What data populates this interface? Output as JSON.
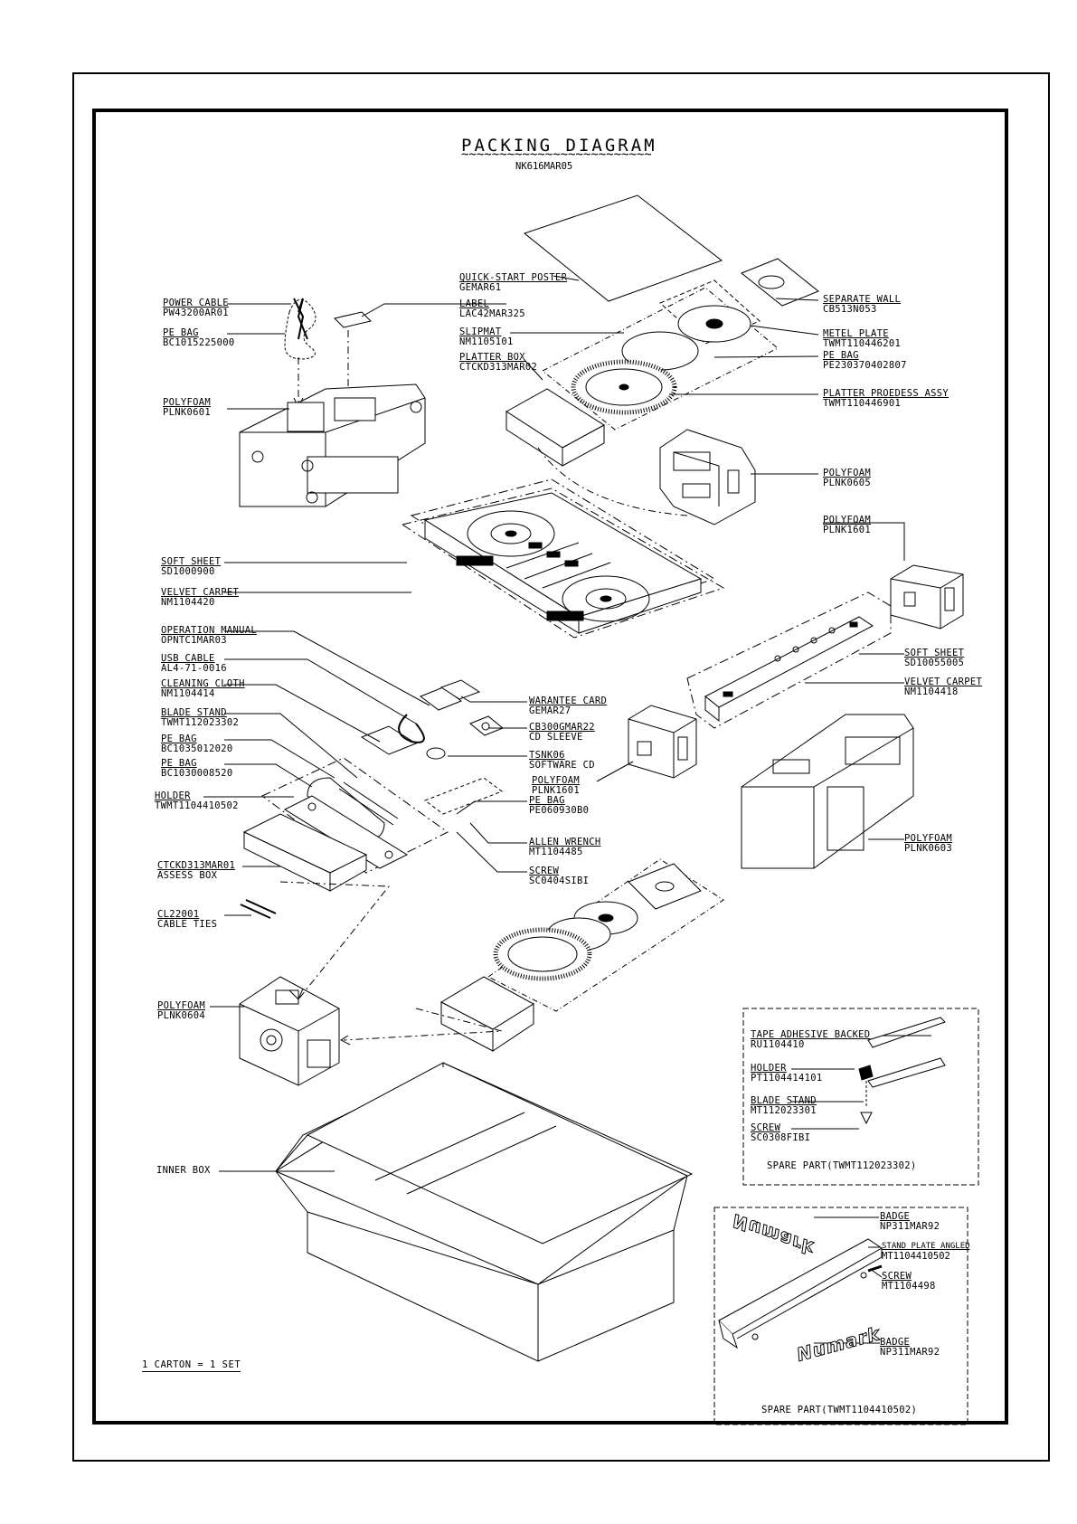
{
  "title": "PACKING DIAGRAM",
  "title_underline": "~~~~~~~~~~~~~~~~~~~~~~~~~",
  "doc_code": "NK616MAR05",
  "footnote": "1 CARTON = 1 SET",
  "parts": [
    {
      "name": "POWER CABLE",
      "code": "PW43200AR01"
    },
    {
      "name": "PE BAG",
      "code": "BC1015225000"
    },
    {
      "name": "POLYFOAM",
      "code": "PLNK0601"
    },
    {
      "name": "QUICK-START POSTER",
      "code": "GEMAR61"
    },
    {
      "name": "LABEL",
      "code": "LAC42MAR325"
    },
    {
      "name": "SLIPMAT",
      "code": "NM1105101"
    },
    {
      "name": "PLATTER BOX",
      "code": "CTCKD313MAR02"
    },
    {
      "name": "SEPARATE WALL",
      "code": "CB513N053"
    },
    {
      "name": "METEL PLATE",
      "code": "TWMT110446201"
    },
    {
      "name": "PE BAG",
      "code": "PE230370402807"
    },
    {
      "name": "PLATTER PROEDESS ASSY",
      "code": "TWMT110446901"
    },
    {
      "name": "POLYFOAM",
      "code": "PLNK0605"
    },
    {
      "name": "POLYFOAM",
      "code": "PLNK1601"
    },
    {
      "name": "SOFT SHEET",
      "code": "SD1000900"
    },
    {
      "name": "VELVET CARPET",
      "code": "NM1104420"
    },
    {
      "name": "OPERATION MANUAL",
      "code": "OPNTC1MAR03"
    },
    {
      "name": "USB CABLE",
      "code": "AL4-71-0016"
    },
    {
      "name": "CLEANING CLOTH",
      "code": "NM1104414"
    },
    {
      "name": "BLADE STAND",
      "code": "TWMT112023302"
    },
    {
      "name": "PE BAG",
      "code": "BC1035012020"
    },
    {
      "name": "PE BAG",
      "code": "BC1030008520"
    },
    {
      "name": "HOLDER",
      "code": "TWMT1104410502"
    },
    {
      "name": "SOFT SHEET",
      "code": "SD10055005"
    },
    {
      "name": "VELVET CARPET",
      "code": "NM1104418"
    },
    {
      "name": "WARANTEE CARD",
      "code": "GEMAR27"
    },
    {
      "name": "CB300GMAR22",
      "code": "CD SLEEVE"
    },
    {
      "name": "TSNK06",
      "code": "SOFTWARE CD"
    },
    {
      "name": "POLYFOAM",
      "code": "PLNK1601"
    },
    {
      "name": "PE BAG",
      "code": "PE060930B0"
    },
    {
      "name": "ALLEN WRENCH",
      "code": "MT1104485"
    },
    {
      "name": "SCREW",
      "code": "SC0404SIBI"
    },
    {
      "name": "POLYFOAM",
      "code": "PLNK0603"
    },
    {
      "name": "CTCKD313MAR01",
      "code": "ASSESS BOX"
    },
    {
      "name": "CL22001",
      "code": "CABLE TIES"
    },
    {
      "name": "POLYFOAM",
      "code": "PLNK0604"
    },
    {
      "name": "INNER BOX",
      "code": ""
    }
  ],
  "spare_sets": [
    {
      "title": "SPARE PART(TWMT112023302)",
      "items": [
        {
          "name": "TAPE ADHESIVE BACKED",
          "code": "RU1104410"
        },
        {
          "name": "HOLDER",
          "code": "PT1104414101"
        },
        {
          "name": "BLADE STAND",
          "code": "MT112023301"
        },
        {
          "name": "SCREW",
          "code": "SC0308FIBI"
        }
      ]
    },
    {
      "title": "SPARE PART(TWMT1104410502)",
      "items": [
        {
          "name": "BADGE",
          "code": "NP311MAR92"
        },
        {
          "name": "STAND PLATE ANGLED",
          "code": "MT1104410502"
        },
        {
          "name": "SCREW",
          "code": "MT1104498"
        },
        {
          "name": "BADGE",
          "code": "NP311MAR92"
        }
      ]
    }
  ],
  "badge_text": "Numark"
}
